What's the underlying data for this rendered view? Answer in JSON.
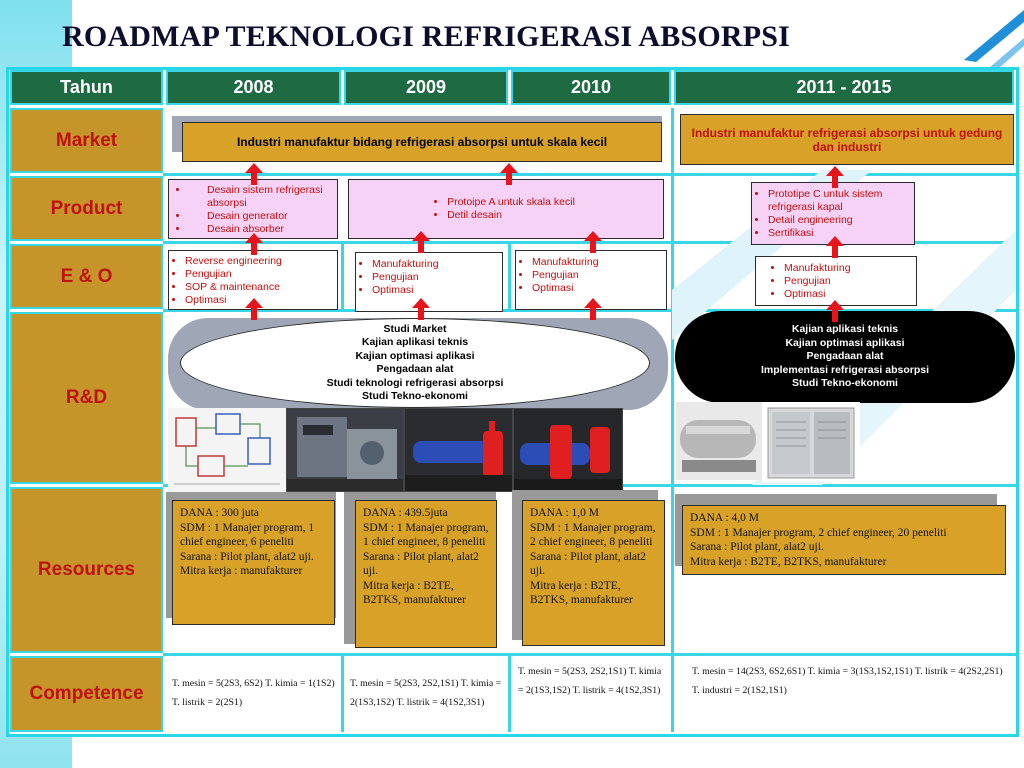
{
  "title": "ROADMAP TEKNOLOGI REFRIGERASI ABSORPSI",
  "header": {
    "label": "Tahun",
    "years": [
      "2008",
      "2009",
      "2010",
      "2011 - 2015"
    ]
  },
  "rows": [
    "Market",
    "Product",
    "E & O",
    "R&D",
    "Resources",
    "Competence"
  ],
  "market": {
    "early": "Industri manufaktur bidang refrigerasi absorpsi untuk  skala kecil",
    "late": "Industri manufaktur refrigerasi absorpsi untuk gedung dan industri"
  },
  "product": {
    "p2008": [
      "Desain sistem refrigerasi absorpsi",
      "Desain generator",
      "Desain absorber"
    ],
    "p2009_10": [
      "Protoipe A untuk skala kecil",
      "Detil desain"
    ],
    "p2011": [
      "Prototipe C untuk sistem refrigerasi kapal",
      "Detail engineering",
      "Sertifikasi"
    ]
  },
  "eo": {
    "e2008": [
      "Reverse engineering",
      "Pengujian",
      "SOP & maintenance",
      "Optimasi"
    ],
    "e2009": [
      "Manufakturing",
      "Pengujian",
      "Optimasi"
    ],
    "e2010": [
      "Manufakturing",
      "Pengujian",
      "Optimasi"
    ],
    "e2011": [
      "Manufakturing",
      "Pengujian",
      "Optimasi"
    ]
  },
  "rnd": {
    "early": [
      "Studi Market",
      "Kajian aplikasi teknis",
      "Kajian optimasi aplikasi",
      "Pengadaan alat",
      "Studi teknologi refrigerasi absorpsi",
      "Studi Tekno-ekonomi"
    ],
    "late": [
      "Kajian aplikasi teknis",
      "Kajian optimasi aplikasi",
      "Pengadaan alat",
      "Implementasi refrigerasi absorpsi",
      "Studi Tekno-ekonomi"
    ]
  },
  "resources": {
    "r2008": [
      "DANA : 300 juta",
      "SDM : 1 Manajer program, 1 chief engineer, 6 peneliti",
      "Sarana : Pilot plant, alat2 uji.",
      "Mitra kerja : manufakturer"
    ],
    "r2009": [
      "DANA : 439.5juta",
      "SDM : 1 Manajer program, 1 chief engineer, 8 peneliti",
      "Sarana : Pilot plant, alat2 uji.",
      "Mitra kerja :  B2TE, B2TKS, manufakturer"
    ],
    "r2010": [
      "DANA : 1,0 M",
      "SDM : 1 Manajer program, 2 chief engineer, 8 peneliti",
      "Sarana : Pilot plant, alat2 uji.",
      "Mitra kerja : B2TE, B2TKS, manufakturer"
    ],
    "r2011": [
      "DANA : 4,0 M",
      "SDM : 1 Manajer program, 2 chief engineer, 20 peneliti",
      "Sarana : Pilot plant, alat2 uji.",
      "Mitra kerja : B2TE, B2TKS, manufakturer"
    ]
  },
  "competence": {
    "c2008": "T. mesin = 5(2S3, 6S2) T. kimia = 1(1S2) T. listrik = 2(2S1)",
    "c2009": "T. mesin = 5(2S3, 2S2,1S1) T. kimia = 2(1S3,1S2) T. listrik = 4(1S2,3S1)",
    "c2010": "T. mesin = 5(2S3, 2S2,1S1) T. kimia = 2(1S3,1S2) T. listrik = 4(1S2,3S1)",
    "c2011": "T. mesin = 14(2S3, 6S2,6S1) T. kimia = 3(1S3,1S2,1S1) T. listrik = 4(2S2,2S1) T. industri = 2(1S2,1S1)"
  },
  "colors": {
    "header_green": "#1e6b43",
    "label_gold": "#c6952a",
    "box_gold": "#d7a227",
    "border_cyan": "#38d6e6",
    "arrow_red": "#e8141c",
    "label_red": "#c01010",
    "pink": "#f6d2f6"
  }
}
